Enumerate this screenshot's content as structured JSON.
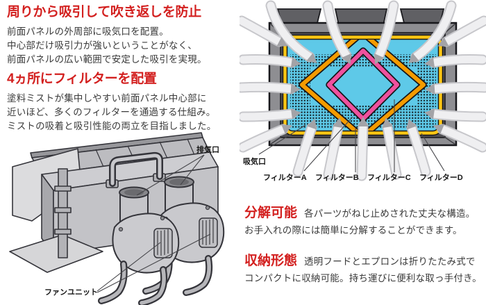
{
  "intro": {
    "title": "周りから吸引して吹き返しを防止",
    "line1": "前面パネルの外周部に吸気口を配置。",
    "line2": "中心部だけ吸引力が強いということがなく、",
    "line3": "前面パネルの広い範囲で安定した吸引を実現。"
  },
  "filters_section": {
    "title": "4ヵ所にフィルターを配置",
    "line1": "塗料ミストが集中しやすい前面パネル中心部に",
    "line2": "近いほど、多くのフィルターを通過する仕組み。",
    "line3": "ミストの吸着と吸引性能の両立を目指しました。"
  },
  "panel_diagram": {
    "intake_label": "吸気口",
    "filter_a_label": "フィルターA",
    "filter_b_label": "フィルターB",
    "filter_c_label": "フィルターC",
    "filter_d_label": "フィルターD",
    "colors": {
      "frame_gray": "#8e8e92",
      "panel_surface_cyan": "#5ec9e8",
      "outer_ring_yellow": "#ffc613",
      "diamond_orange": "#f49b00",
      "diamond_pink": "#ef519e",
      "airflow_arrow": "#efeff1"
    }
  },
  "machine_diagram": {
    "exhaust_label": "排気口",
    "fan_unit_label": "ファンユニット"
  },
  "disassembly": {
    "title": "分解可能",
    "line1": "各パーツがねじ止めされた丈夫な構造。",
    "line2": "お手入れの際には簡単に分解することができます。"
  },
  "storage": {
    "title": "収納形態",
    "line1": "透明フードとエプロンは折りたたみ式で",
    "line2": "コンパクトに収納可能。持ち運びに便利な取っ手付き。"
  },
  "accent_color": "#d3201f"
}
